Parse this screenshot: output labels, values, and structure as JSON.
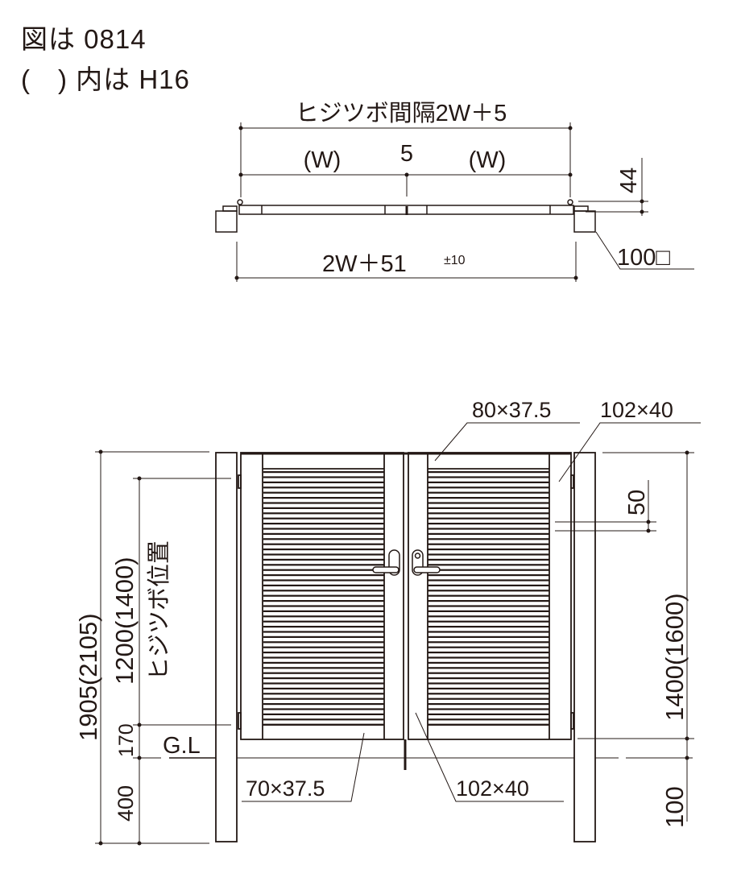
{
  "header": {
    "figure_label": "図は 0814",
    "note_label": "(　) 内は H16"
  },
  "plan_view": {
    "hinge_spacing": "ヒジツボ間隔2W＋5",
    "leaf_width_left": "(W)",
    "center_gap": "5",
    "leaf_width_right": "(W)",
    "hinge_offset": "44",
    "overall_width": "2W＋51",
    "overall_tolerance": "±10",
    "post_size": "100□"
  },
  "elevation": {
    "top_rail": "80×37.5",
    "post_section": "102×40",
    "hinge_top_offset": "50",
    "total_height": "1905(2105)",
    "hinge_position_height": "1200(1400)",
    "hinge_position_label": "ヒジツボ位置",
    "bottom_clearance": "170",
    "embed_depth": "400",
    "ground_line": "G.L",
    "gate_height": "1400(1600)",
    "ground_gap": "100",
    "stile_section": "70×37.5",
    "center_stile_section": "102×40"
  },
  "colors": {
    "line": "#231815"
  }
}
